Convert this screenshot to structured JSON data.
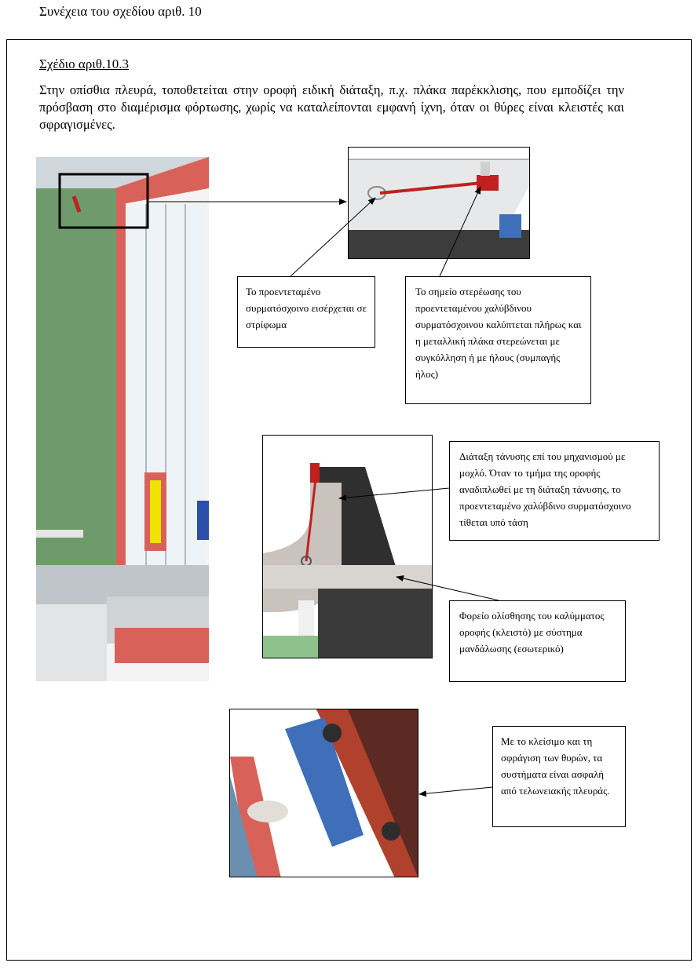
{
  "header": {
    "text": "Συνέχεια του σχεδίου αριθ. 10"
  },
  "section": {
    "title": "Σχέδιο αριθ.10.3",
    "body": "Στην οπίσθια πλευρά, τοποθετείται στην οροφή ειδική διάταξη, π.χ. πλάκα παρέκκλισης, που εμποδίζει την πρόσβαση στο διαμέρισμα φόρτωσης, χωρίς να καταλείπονται εμφανή ίχνη, όταν οι θύρες είναι κλειστές και σφραγισμένες."
  },
  "callouts": {
    "wire_enters": "Το προεντεταμένο συρματόσχοινο εισέρχεται σε στρίφωμα",
    "anchor_point": "Το σημείο στερέωσης του προεντεταμένου χαλύβδινου συρματόσχοινου καλύπτεται πλήρως και η μεταλλική πλάκα στερεώνεται με συγκόλληση ή με ήλους (συμπαγής ήλος)",
    "tension_device": "Διάταξη τάνυσης επί του μηχανισμού με μοχλό. Όταν το τμήμα της οροφής αναδιπλωθεί με τη διάταξη τάνυσης, το προεντεταμένο χαλύβδινο συρματόσχοινο τίθεται υπό τάση",
    "slide_carrier": "Φορείο ολίσθησης του καλύμματος οροφής (κλειστό) με σύστημα μανδάλωσης (εσωτερικό)",
    "door_seal": "Με το κλείσιμο και τη σφράγιση των θυρών, τα συστήματα είναι ασφαλή από τελωνειακής πλευράς."
  },
  "colors": {
    "trailer_green": "#6f9b6c",
    "frame_red": "#d8625a",
    "wire_red": "#c02020",
    "bracket_blue": "#3f6fb8",
    "post_brown": "#8a3a2a"
  }
}
